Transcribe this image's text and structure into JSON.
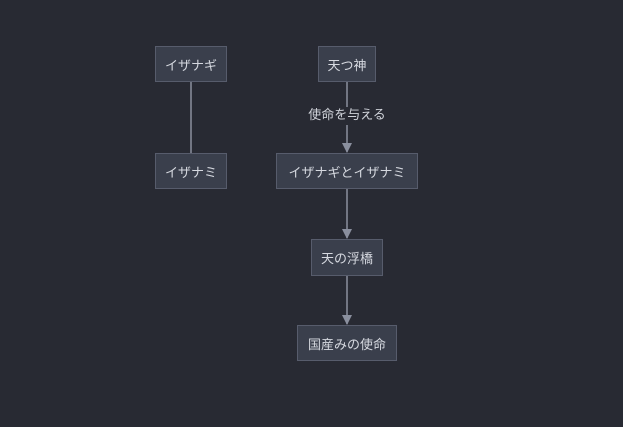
{
  "nodes": {
    "izanagi": "イザナギ",
    "izanami": "イザナミ",
    "amatsukami": "天つ神",
    "izanagi_to_izanami": "イザナギとイザナミ",
    "ame_no_ukihashi": "天の浮橋",
    "kuniumi_no_shimei": "国産みの使命"
  },
  "edges": {
    "amatsukami_to_pair_label": "使命を与える"
  },
  "colors": {
    "background": "#282a33",
    "node_fill": "#3a3f4c",
    "node_border": "#575c6c",
    "edge": "#8a8f9e",
    "text": "#d6d9e0"
  }
}
